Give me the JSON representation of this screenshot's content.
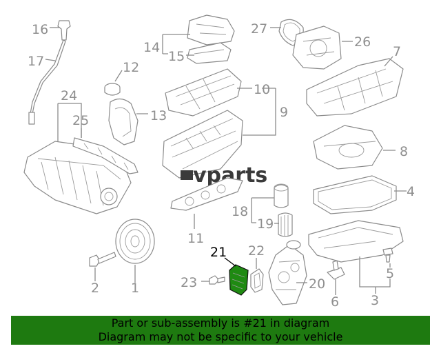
{
  "diagram": {
    "highlight_color": "#1f8a12",
    "watermark": "vparts",
    "callouts": [
      {
        "id": "1",
        "text": "1"
      },
      {
        "id": "2",
        "text": "2"
      },
      {
        "id": "3",
        "text": "3"
      },
      {
        "id": "4",
        "text": "4"
      },
      {
        "id": "5",
        "text": "5"
      },
      {
        "id": "6",
        "text": "6"
      },
      {
        "id": "7",
        "text": "7"
      },
      {
        "id": "8",
        "text": "8"
      },
      {
        "id": "9",
        "text": "9"
      },
      {
        "id": "10",
        "text": "10"
      },
      {
        "id": "11",
        "text": "11"
      },
      {
        "id": "12",
        "text": "12"
      },
      {
        "id": "13",
        "text": "13"
      },
      {
        "id": "14",
        "text": "14"
      },
      {
        "id": "15",
        "text": "15"
      },
      {
        "id": "16",
        "text": "16"
      },
      {
        "id": "17",
        "text": "17"
      },
      {
        "id": "18",
        "text": "18"
      },
      {
        "id": "19",
        "text": "19"
      },
      {
        "id": "20",
        "text": "20"
      },
      {
        "id": "21",
        "text": "21",
        "highlighted": true
      },
      {
        "id": "22",
        "text": "22"
      },
      {
        "id": "23",
        "text": "23"
      },
      {
        "id": "24",
        "text": "24"
      },
      {
        "id": "25",
        "text": "25"
      },
      {
        "id": "26",
        "text": "26"
      },
      {
        "id": "27",
        "text": "27"
      }
    ]
  },
  "banner": {
    "background": "#1e7a10",
    "line1": "Part or sub-assembly is #21 in diagram",
    "line2": "Diagram may not be specific to your vehicle"
  }
}
